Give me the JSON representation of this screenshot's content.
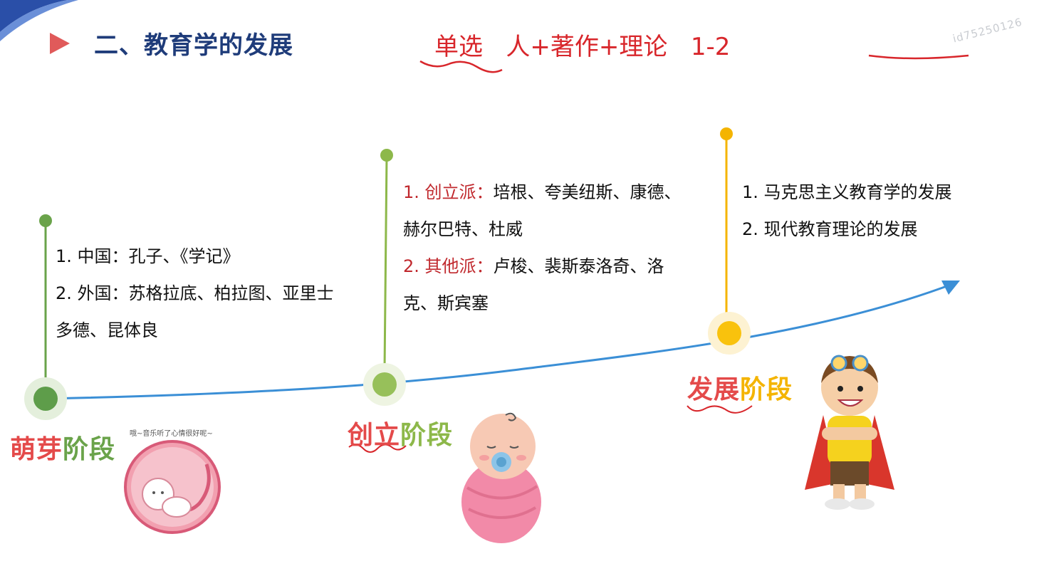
{
  "header": {
    "title": "二、教育学的发展",
    "handwriting": "单选   人+著作+理论   1-2",
    "watermark": "id75250126"
  },
  "stages": [
    {
      "label_part1": "萌芽",
      "label_part2": "阶段",
      "lines": [
        "1. 中国：孔子、《学记》",
        "2. 外国：苏格拉底、柏拉图、亚里士",
        "多德、昆体良"
      ]
    },
    {
      "label_part1": "创立",
      "label_part2": "阶段",
      "item1_prefix": "1. 创立派：",
      "item1_line1": "培根、夸美纽斯、康德、",
      "item1_line2": "赫尔巴特、杜威",
      "item2_prefix": "2. 其他派：",
      "item2_line1": "卢梭、裴斯泰洛奇、洛",
      "item2_line2": "克、斯宾塞"
    },
    {
      "label_part1": "发展",
      "label_part2": "阶段",
      "lines": [
        "1. 马克思主义教育学的发展",
        "2. 现代教育理论的发展"
      ]
    }
  ],
  "captions": {
    "fetus": "哦~音乐听了心情很好呢~"
  },
  "icons": {
    "title_marker": "triangle-play-icon",
    "fetus": "fetus-illustration",
    "baby": "swaddled-baby-illustration",
    "hero": "superhero-boy-illustration"
  },
  "colors": {
    "title": "#1f3c7a",
    "timeline": "#3b8fd6",
    "sprout": "#6aa34a",
    "establish": "#8db84a",
    "develop": "#f4b400",
    "accent_red": "#e44a4a"
  }
}
